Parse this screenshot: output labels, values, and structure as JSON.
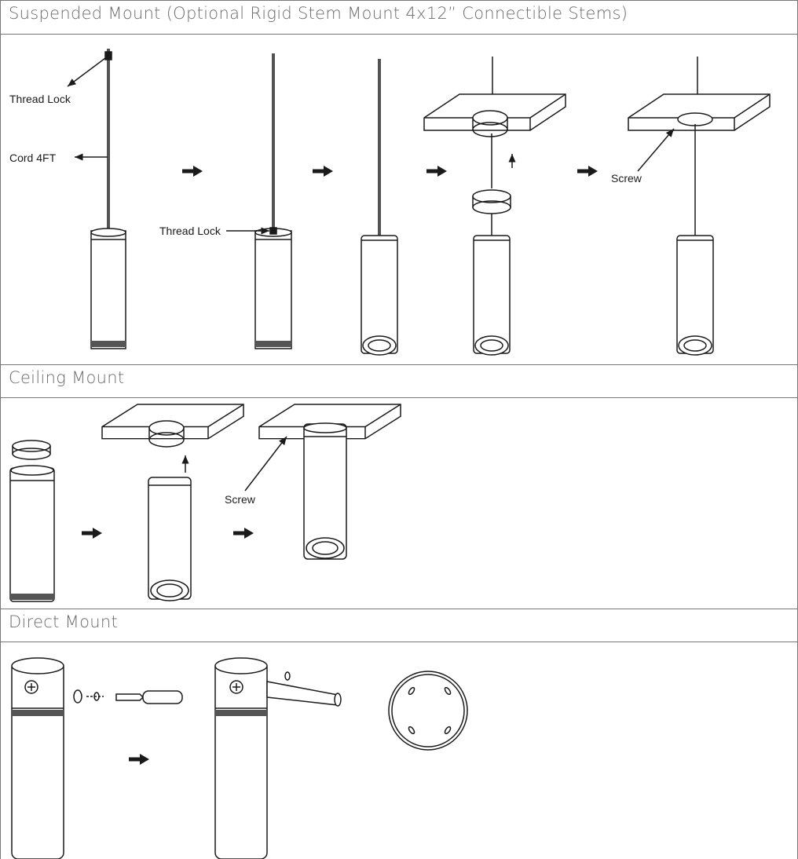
{
  "sections": {
    "suspended": {
      "title": "Suspended Mount (Optional Rigid Stem Mount 4x12” Connectible Stems)"
    },
    "ceiling": {
      "title": "Ceiling Mount"
    },
    "direct": {
      "title": "Direct Mount"
    }
  },
  "labels": {
    "thread_lock_top": "Thread Lock",
    "cord": "Cord 4FT",
    "thread_lock_step2": "Thread Lock",
    "screw_step5": "Screw",
    "screw_ceiling": "Screw"
  },
  "colors": {
    "line": "#1a1a1a",
    "header_text": "#6b6b6b",
    "border": "#777777"
  }
}
